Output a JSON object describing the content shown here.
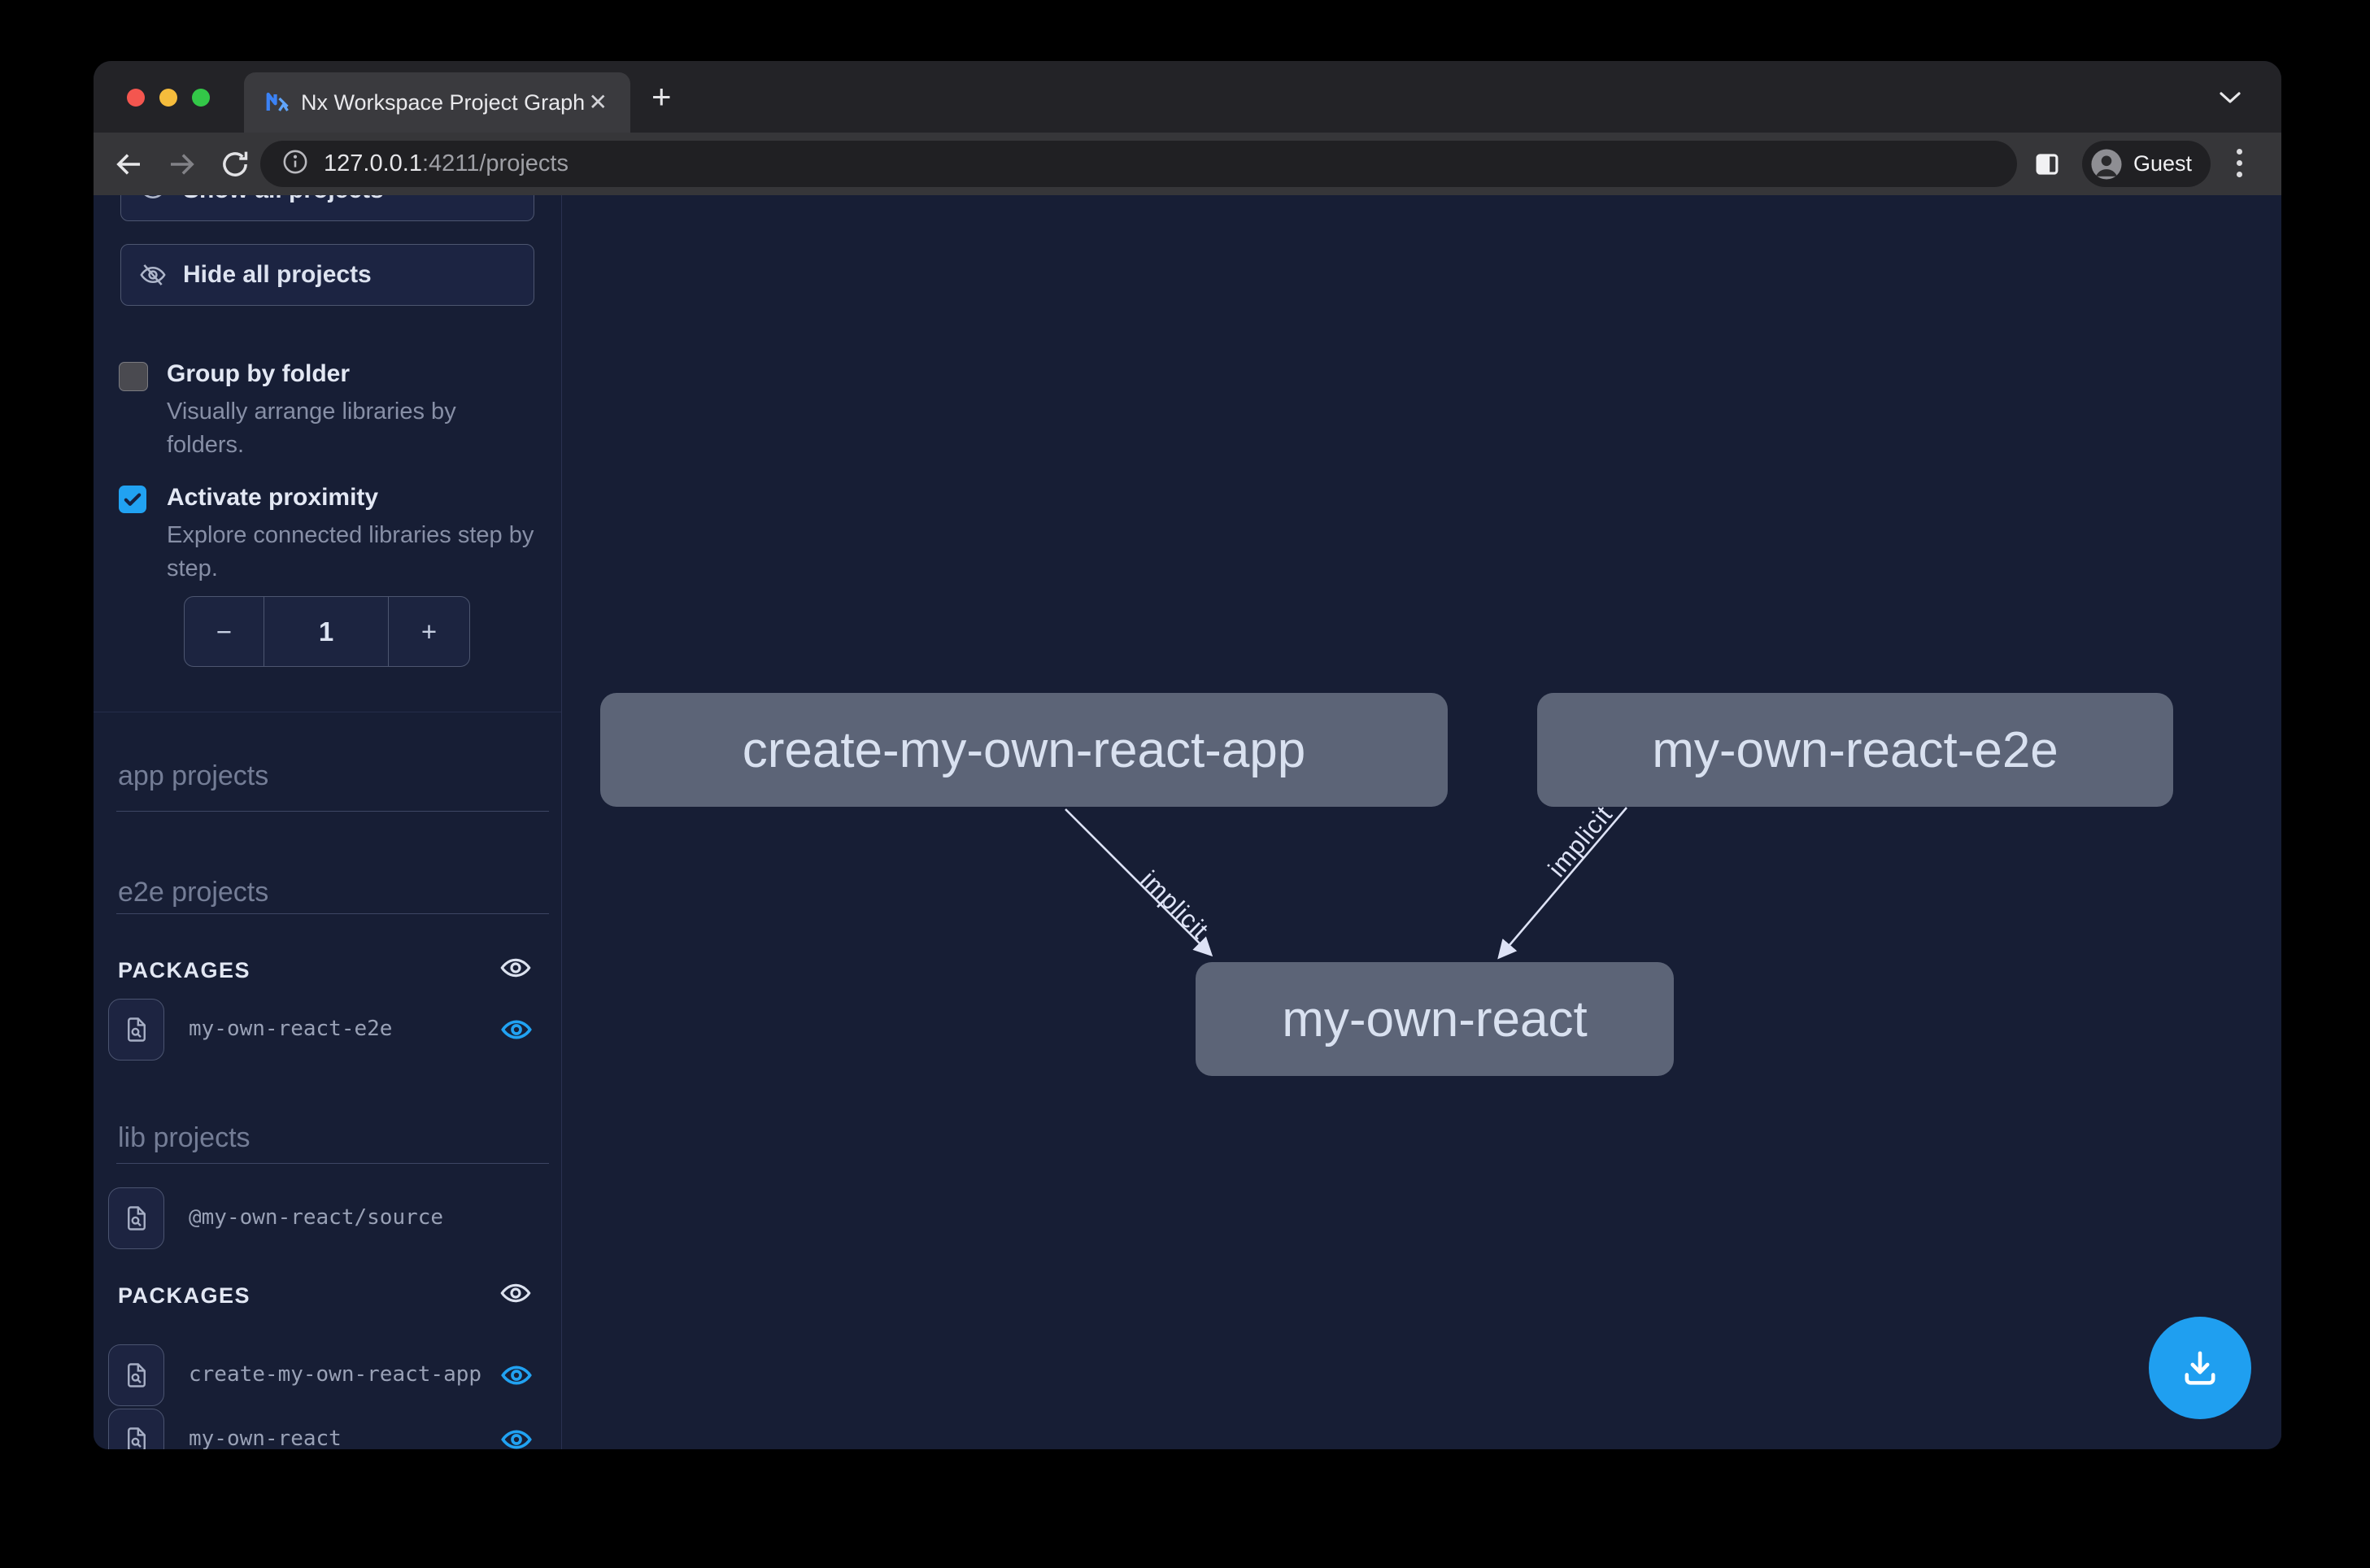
{
  "browser": {
    "tab_title": "Nx Workspace Project Graph",
    "url_host": "127.0.0.1",
    "url_path": ":4211/projects",
    "profile_label": "Guest"
  },
  "sidebar": {
    "show_all_label": "Show all projects",
    "hide_all_label": "Hide all projects",
    "options": {
      "group_by_folder": {
        "label": "Group by folder",
        "description": "Visually arrange libraries by folders.",
        "checked": false
      },
      "activate_proximity": {
        "label": "Activate proximity",
        "description": "Explore connected libraries step by step.",
        "checked": true
      }
    },
    "stepper": {
      "decrement": "−",
      "value": "1",
      "increment": "+"
    },
    "sections": {
      "app_heading": "app projects",
      "e2e_heading": "e2e projects",
      "lib_heading": "lib projects"
    },
    "e2e_packages": {
      "heading": "PACKAGES",
      "items": [
        {
          "name": "my-own-react-e2e",
          "visible": true
        }
      ]
    },
    "lib_items": [
      {
        "name": "@my-own-react/source"
      }
    ],
    "lib_packages": {
      "heading": "PACKAGES",
      "items": [
        {
          "name": "create-my-own-react-app",
          "visible": true
        },
        {
          "name": "my-own-react",
          "visible": true
        }
      ]
    }
  },
  "graph": {
    "nodes": [
      {
        "label": "create-my-own-react-app"
      },
      {
        "label": "my-own-react-e2e"
      },
      {
        "label": "my-own-react"
      }
    ],
    "edges": [
      {
        "from": "create-my-own-react-app",
        "to": "my-own-react",
        "label": "implicit"
      },
      {
        "from": "my-own-react-e2e",
        "to": "my-own-react",
        "label": "implicit"
      }
    ]
  },
  "fab": {
    "icon": "download-icon"
  },
  "colors": {
    "accent_blue": "#21a2f2",
    "canvas_bg": "#171e35",
    "node_bg": "#5c6477",
    "edge": "#dde2f5"
  }
}
